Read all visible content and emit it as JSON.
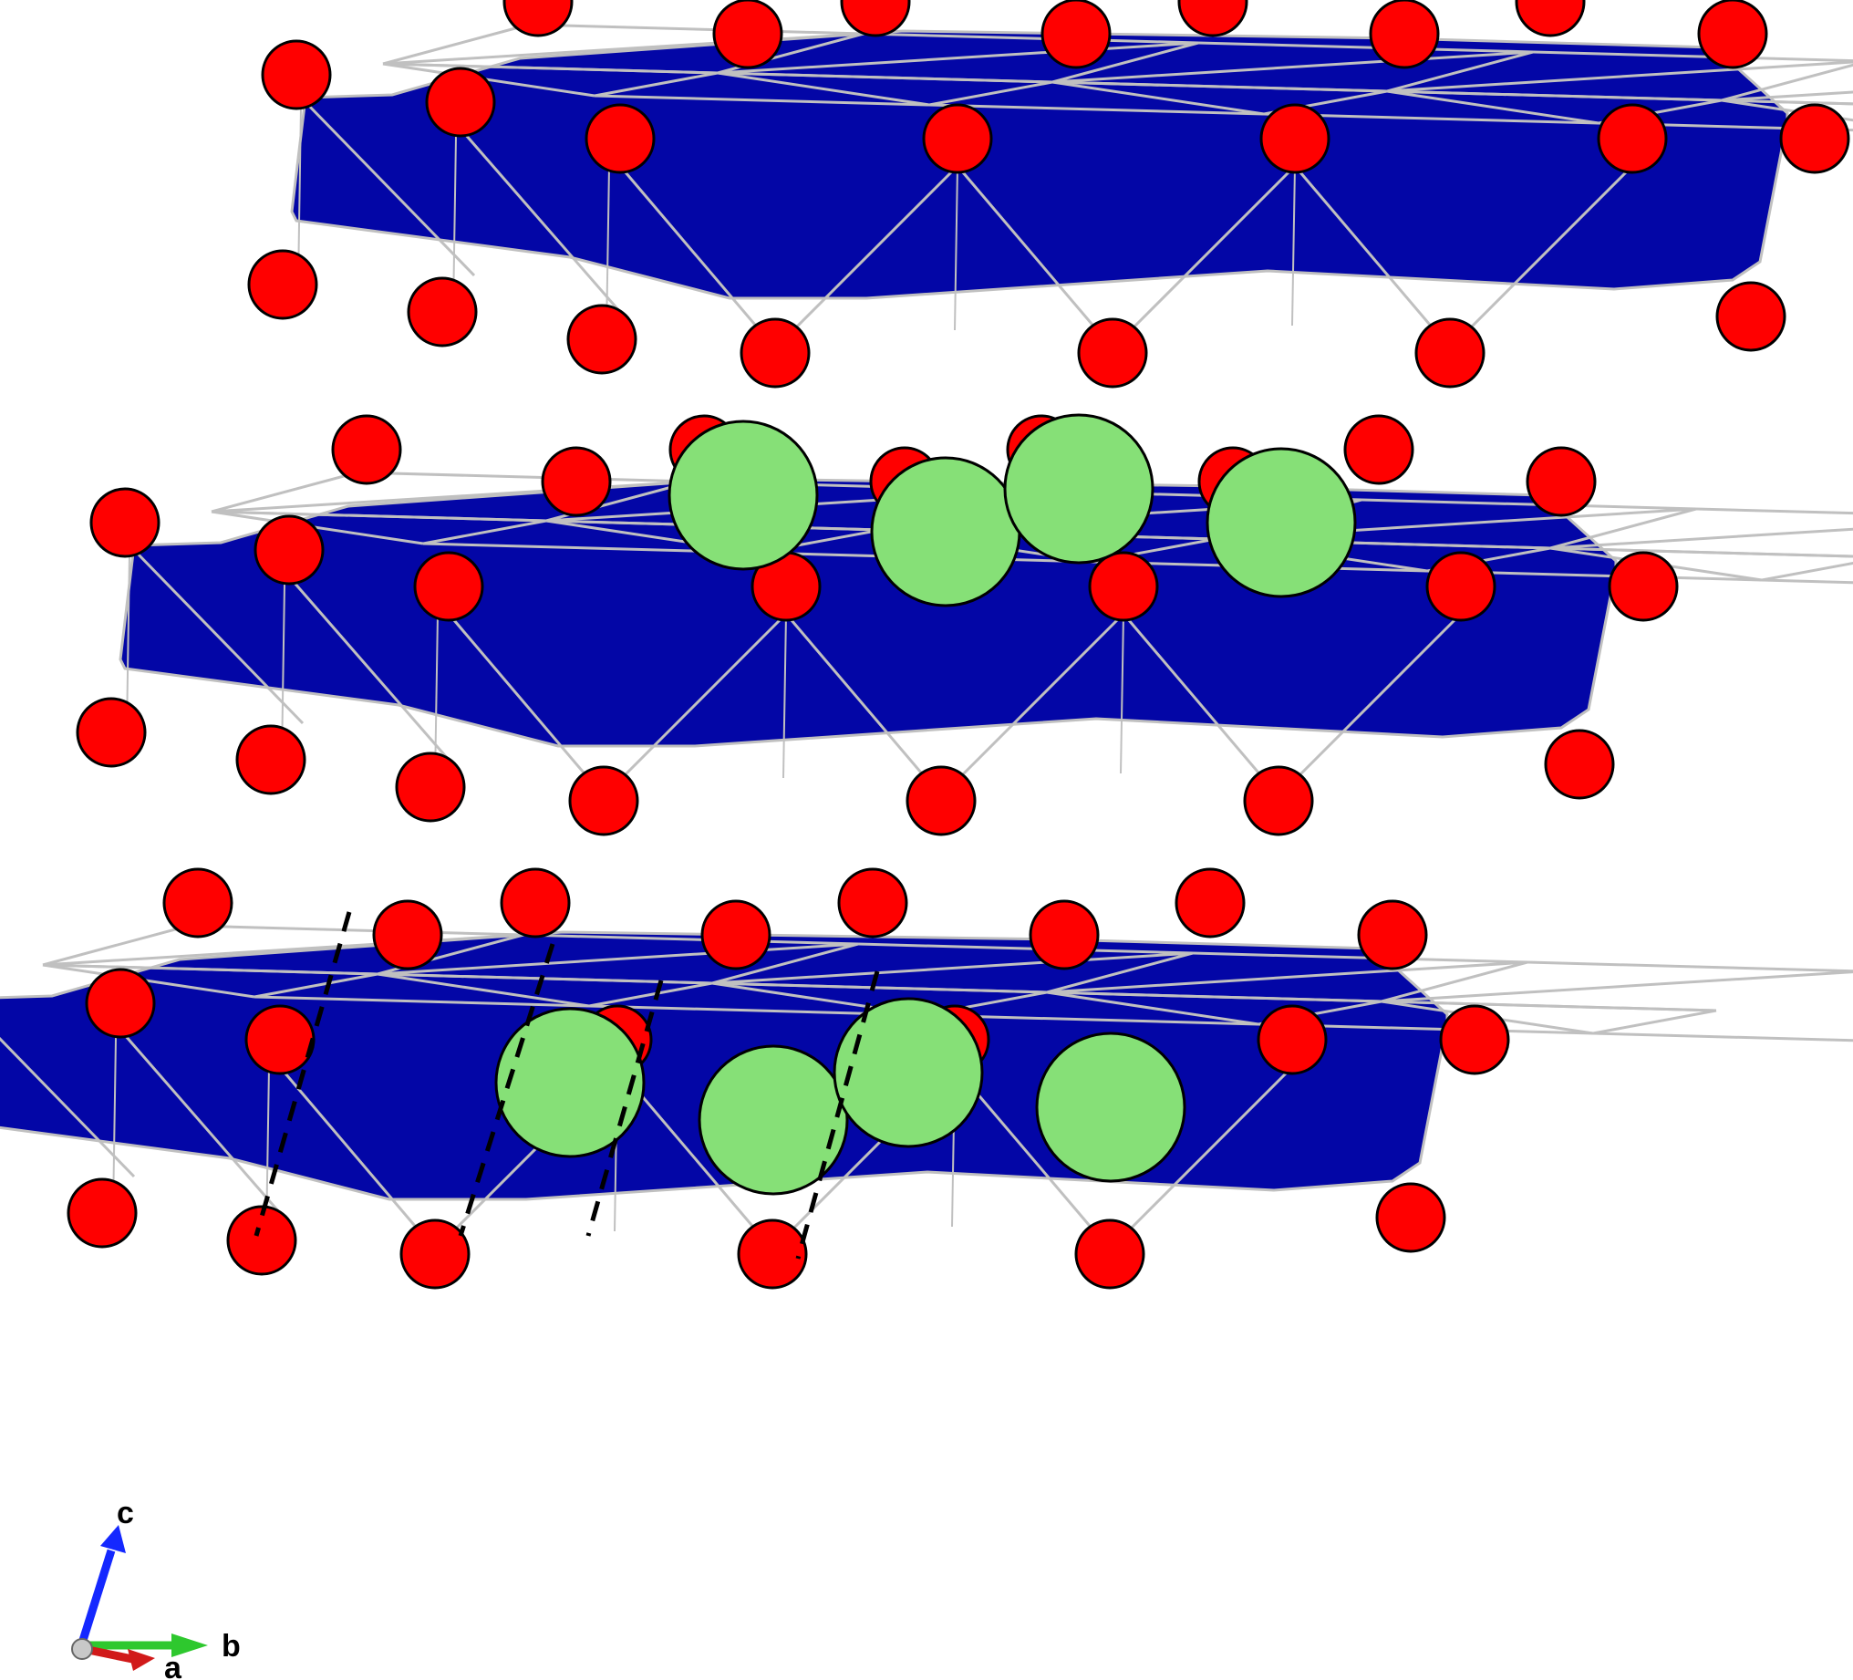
{
  "title": "",
  "axes": {
    "c_label": "c",
    "b_label": "b",
    "a_label": "a",
    "c_color": "#1428ff",
    "b_color": "#2ec82e",
    "a_color": "#d11a1a",
    "origin_color": "#c8c8c8"
  },
  "colors": {
    "octahedron_fill": "#0306a6",
    "octahedron_edge": "#c0c0c0",
    "oxygen_atom": "#ff0000",
    "cation_atom": "#86e077",
    "unit_cell_line": "#000000",
    "background": "#ffffff"
  },
  "structure": {
    "layer_count": 3,
    "octahedra_per_row": 5,
    "rows_per_layer": 3,
    "interlayer_atoms_per_gap": 4
  }
}
